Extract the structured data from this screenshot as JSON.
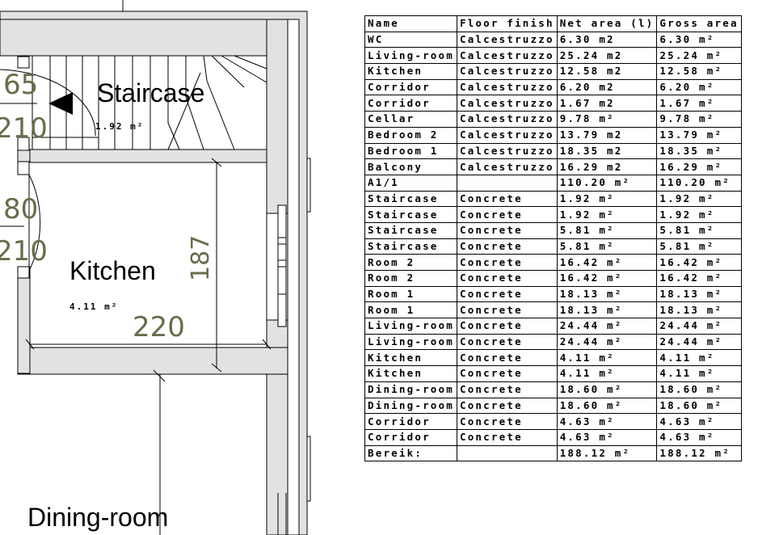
{
  "plan": {
    "rooms": [
      {
        "name": "Staircase",
        "area": "1.92 m²"
      },
      {
        "name": "Kitchen",
        "area": "4.11 m²"
      },
      {
        "name": "Dining-room",
        "area": ""
      }
    ],
    "dimensions": {
      "d65": "65",
      "d210a": "210",
      "d80": "80",
      "d210b": "210",
      "d187": "187",
      "d220": "220"
    }
  },
  "schedule": {
    "columns": [
      "Name",
      "Floor finish",
      "Net area (l)",
      "Gross area"
    ],
    "rows": [
      [
        "WC",
        "Calcestruzzo",
        "6.30 m2",
        "6.30 m²"
      ],
      [
        "Living-room",
        "Calcestruzzo",
        "25.24 m2",
        "25.24 m²"
      ],
      [
        "Kitchen",
        "Calcestruzzo",
        "12.58 m2",
        "12.58 m²"
      ],
      [
        "Corridor",
        "Calcestruzzo",
        "6.20 m2",
        "6.20 m²"
      ],
      [
        "Corridor",
        "Calcestruzzo",
        "1.67 m2",
        "1.67 m²"
      ],
      [
        "Cellar",
        "Calcestruzzo",
        "9.78 m²",
        "9.78 m²"
      ],
      [
        "Bedroom 2",
        "Calcestruzzo",
        "13.79 m2",
        "13.79 m²"
      ],
      [
        "Bedroom 1",
        "Calcestruzzo",
        "18.35 m2",
        "18.35 m²"
      ],
      [
        "Balcony",
        "Calcestruzzo",
        "16.29 m2",
        "16.29 m²"
      ],
      [
        "A1/1",
        "",
        "110.20 m²",
        "110.20 m²"
      ],
      [
        "Staircase",
        "Concrete",
        "1.92 m²",
        "1.92 m²"
      ],
      [
        "Staircase",
        "Concrete",
        "1.92 m²",
        "1.92 m²"
      ],
      [
        "Staircase",
        "Concrete",
        "5.81 m²",
        "5.81 m²"
      ],
      [
        "Staircase",
        "Concrete",
        "5.81 m²",
        "5.81 m²"
      ],
      [
        "Room 2",
        "Concrete",
        "16.42 m²",
        "16.42 m²"
      ],
      [
        "Room 2",
        "Concrete",
        "16.42 m²",
        "16.42 m²"
      ],
      [
        "Room 1",
        "Concrete",
        "18.13 m²",
        "18.13 m²"
      ],
      [
        "Room 1",
        "Concrete",
        "18.13 m²",
        "18.13 m²"
      ],
      [
        "Living-room",
        "Concrete",
        "24.44 m²",
        "24.44 m²"
      ],
      [
        "Living-room",
        "Concrete",
        "24.44 m²",
        "24.44 m²"
      ],
      [
        "Kitchen",
        "Concrete",
        "4.11 m²",
        "4.11 m²"
      ],
      [
        "Kitchen",
        "Concrete",
        "4.11 m²",
        "4.11 m²"
      ],
      [
        "Dining-room",
        "Concrete",
        "18.60 m²",
        "18.60 m²"
      ],
      [
        "Dining-room",
        "Concrete",
        "18.60 m²",
        "18.60 m²"
      ],
      [
        "Corridor",
        "Concrete",
        "4.63 m²",
        "4.63 m²"
      ],
      [
        "Corridor",
        "Concrete",
        "4.63 m²",
        "4.63 m²"
      ],
      [
        "Bereik:",
        "",
        "188.12 m²",
        "188.12 m²"
      ]
    ]
  }
}
